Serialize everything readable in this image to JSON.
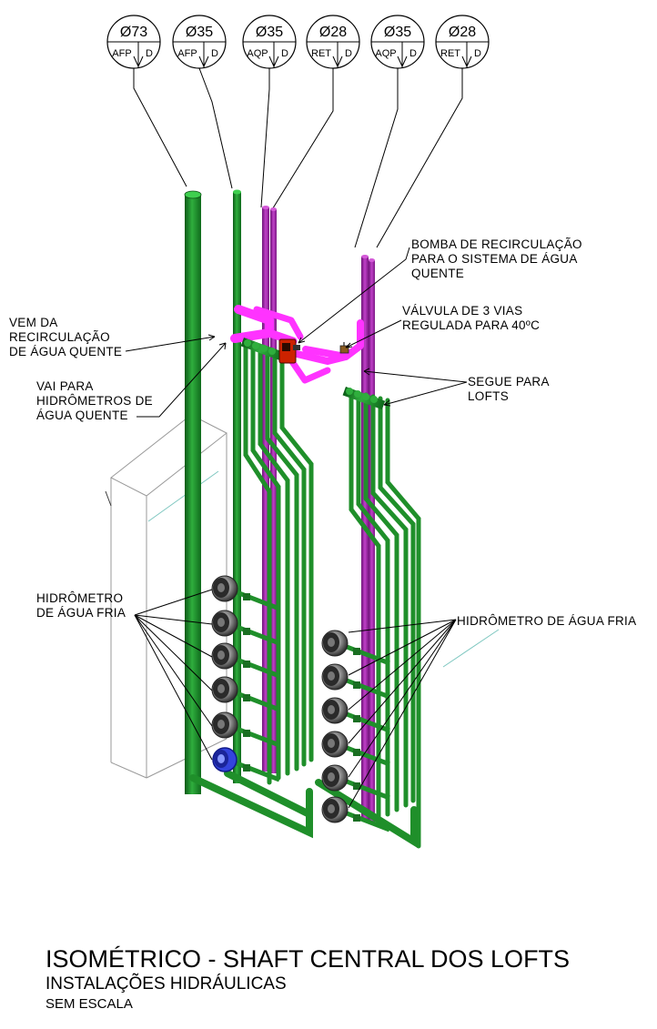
{
  "pipe_tags": [
    {
      "diameter": "Ø73",
      "system": "AFP",
      "dir": "D"
    },
    {
      "diameter": "Ø35",
      "system": "AFP",
      "dir": "D"
    },
    {
      "diameter": "Ø35",
      "system": "AQP",
      "dir": "D"
    },
    {
      "diameter": "Ø28",
      "system": "RET",
      "dir": "D"
    },
    {
      "diameter": "Ø35",
      "system": "AQP",
      "dir": "D"
    },
    {
      "diameter": "Ø28",
      "system": "RET",
      "dir": "D"
    }
  ],
  "notes": {
    "vem_da": [
      "VEM DA",
      "RECIRCULAÇÃO",
      "DE ÁGUA QUENTE"
    ],
    "vai_para": [
      "VAI PARA",
      "HIDRÔMETROS DE",
      "ÁGUA QUENTE"
    ],
    "bomba": [
      "BOMBA DE RECIRCULAÇÃO",
      "PARA O SISTEMA DE ÁGUA",
      "QUENTE"
    ],
    "valvula": [
      "VÁLVULA DE 3 VIAS",
      "REGULADA PARA 40ºC"
    ],
    "segue": [
      "SEGUE PARA",
      "LOFTS"
    ],
    "hidrometro_left": [
      "HIDRÔMETRO",
      "DE ÁGUA FRIA"
    ],
    "hidrometro_right": [
      "HIDRÔMETRO DE ÁGUA FRIA"
    ]
  },
  "title": {
    "main": "ISOMÉTRICO - SHAFT CENTRAL DOS LOFTS",
    "sub": "INSTALAÇÕES HIDRÁULICAS",
    "scale": "SEM ESCALA"
  },
  "colors": {
    "cold_water_pipe": "#1f8f2a",
    "hot_water_pipe": "#c040c8",
    "recirculation_loop": "#ff33ff",
    "meter_body": "#555555",
    "hot_meter": "#2233cc",
    "pump": "#cc2200"
  }
}
